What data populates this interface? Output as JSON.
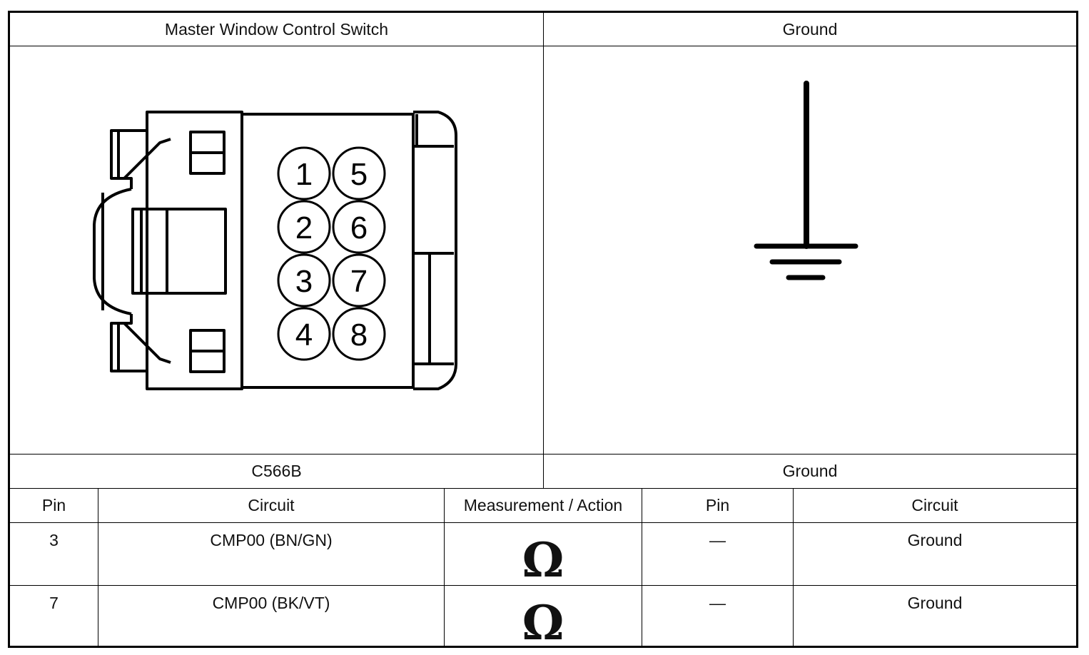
{
  "header": {
    "left_title": "Master Window Control Switch",
    "right_title": "Ground"
  },
  "connector": {
    "pins_left_column": [
      "1",
      "2",
      "3",
      "4"
    ],
    "pins_right_column": [
      "5",
      "6",
      "7",
      "8"
    ]
  },
  "subheader": {
    "left_label": "C566B",
    "right_label": "Ground"
  },
  "table": {
    "columns": [
      "Pin",
      "Circuit",
      "Measurement / Action",
      "Pin",
      "Circuit"
    ],
    "rows": [
      {
        "pin": "3",
        "circuit": "CMP00 (BN/GN)",
        "action": "Ω",
        "pin2": "—",
        "circuit2": "Ground"
      },
      {
        "pin": "7",
        "circuit": "CMP00 (BK/VT)",
        "action": "Ω",
        "pin2": "—",
        "circuit2": "Ground"
      }
    ]
  }
}
